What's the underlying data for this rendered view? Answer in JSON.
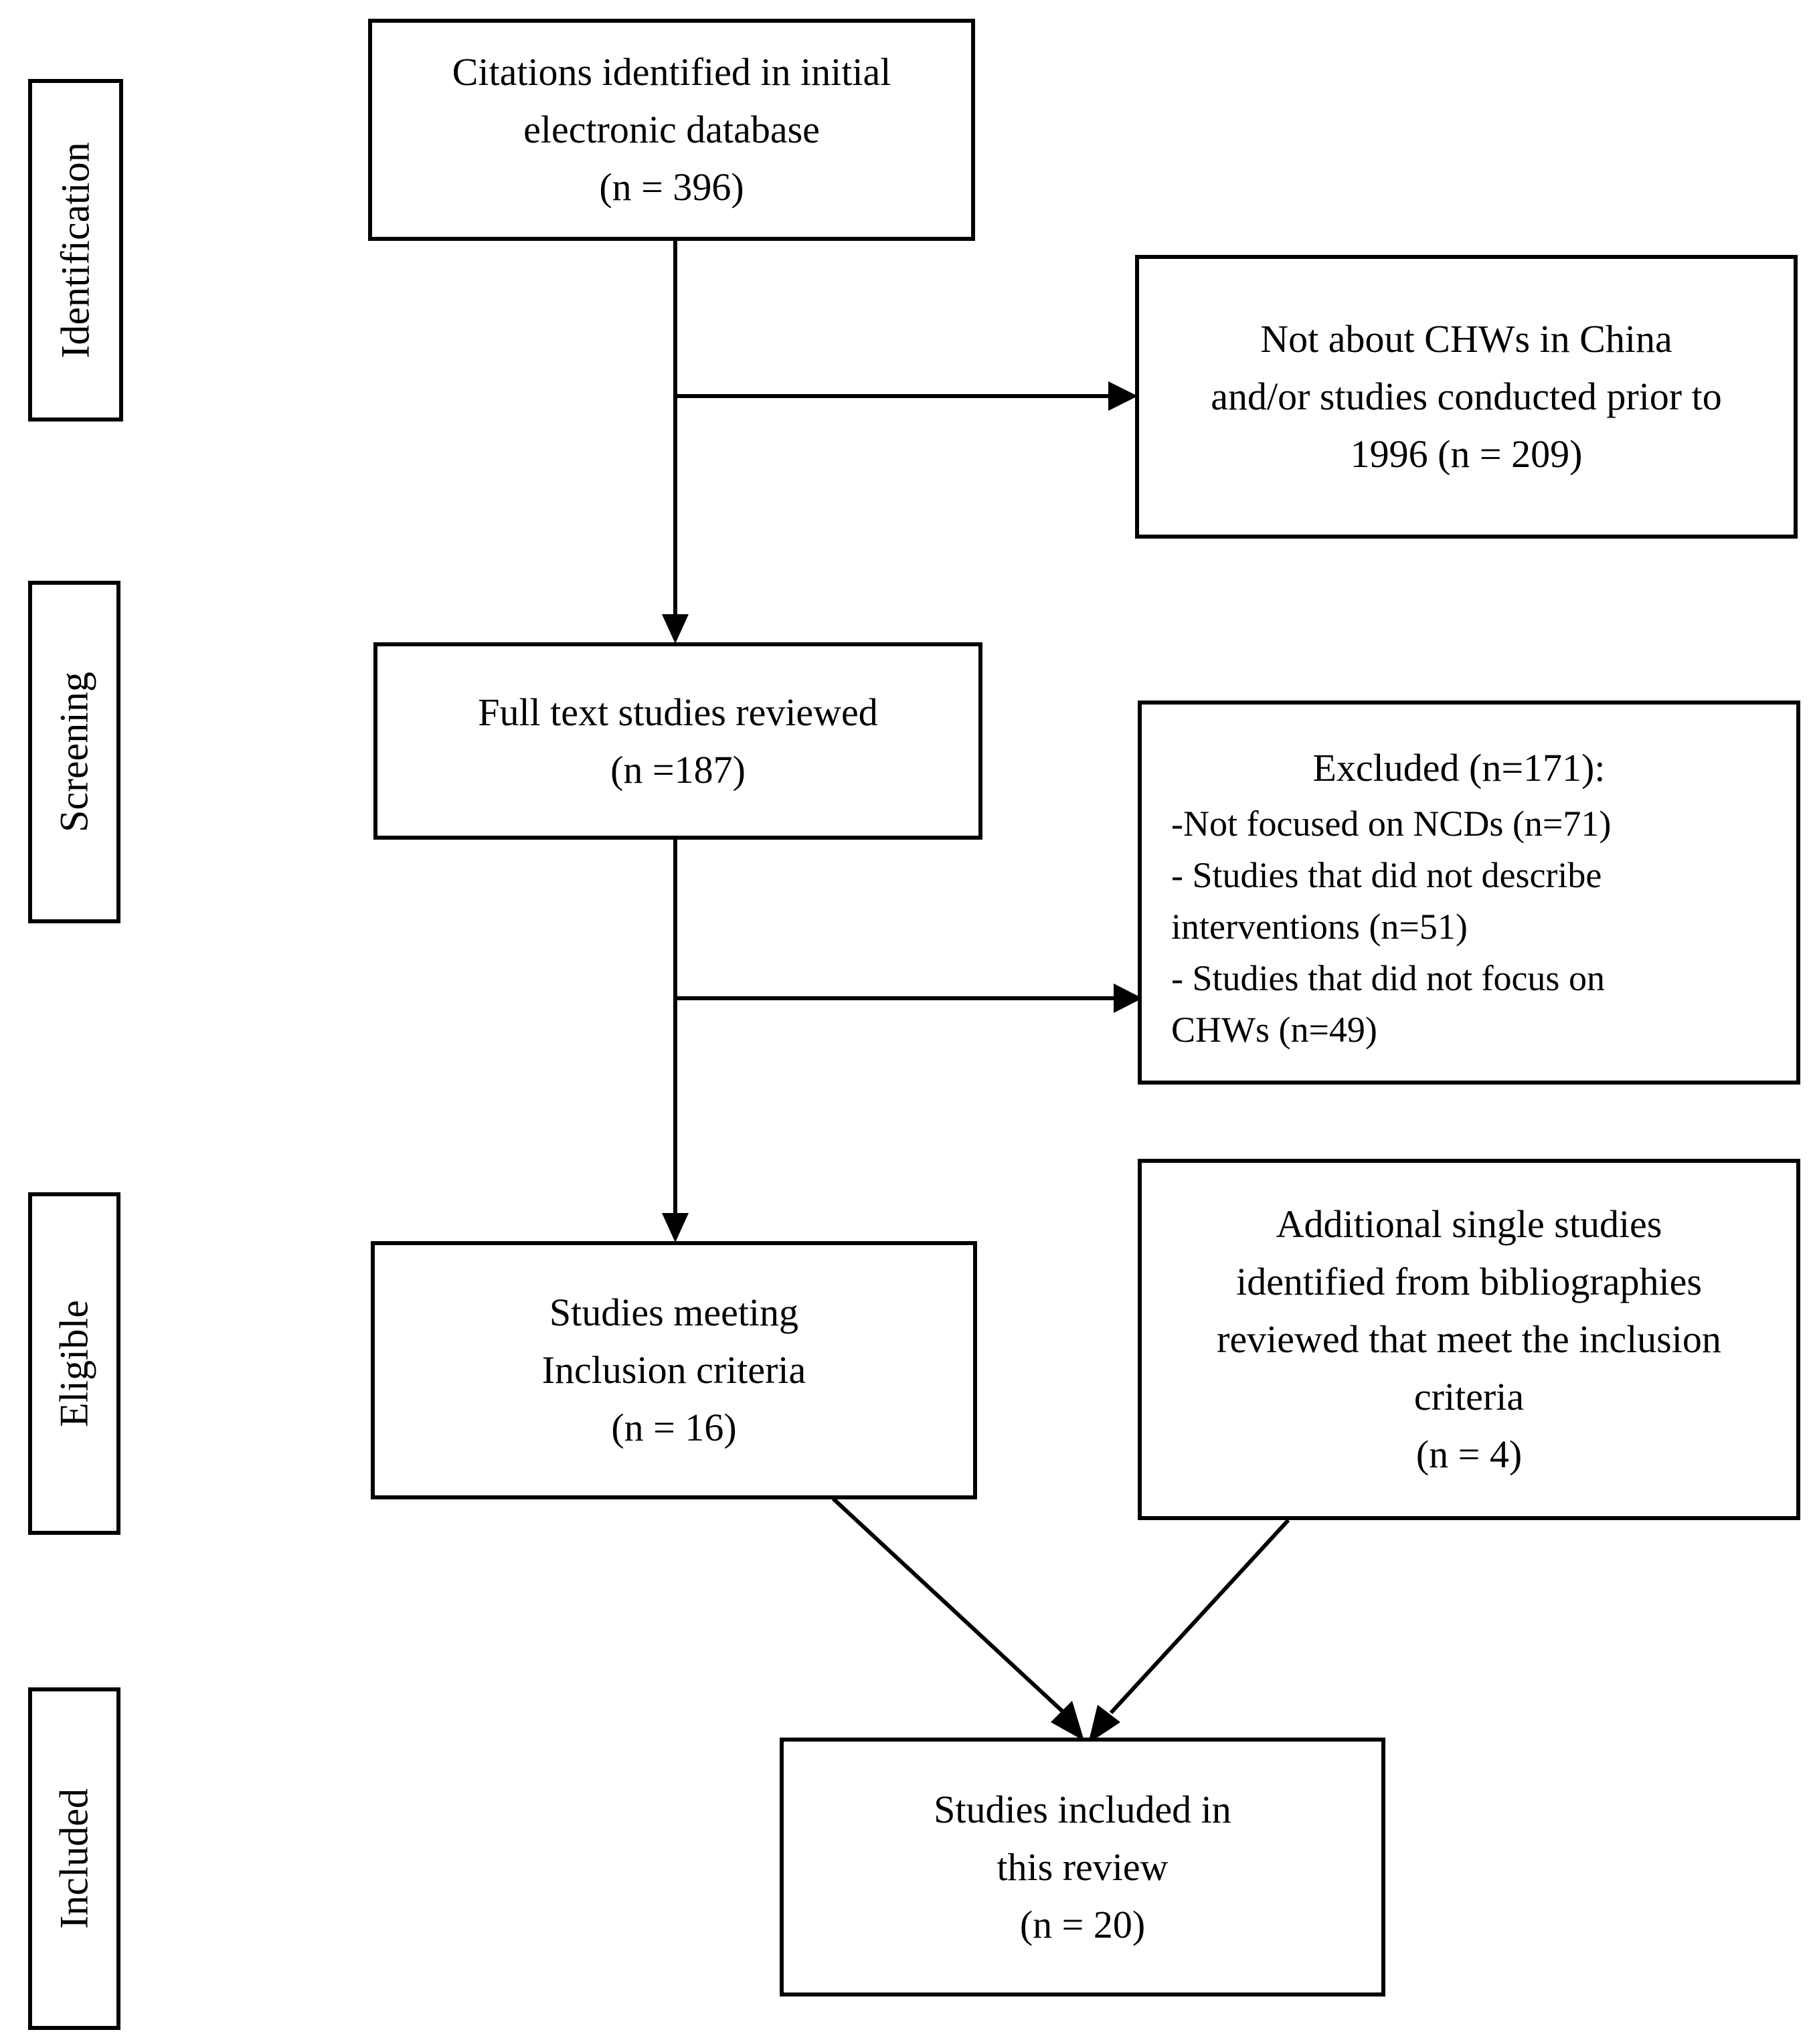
{
  "stages": {
    "identification": "Identification",
    "screening": "Screening",
    "eligible": "Eligible",
    "included": "Included"
  },
  "boxes": {
    "identified": [
      "Citations identified in initial",
      "electronic database",
      "(n = 396)"
    ],
    "not_about": [
      "Not about CHWs in China",
      "and/or studies conducted prior to",
      "1996 (n = 209)"
    ],
    "full_text": [
      "Full text studies reviewed",
      "(n =187)"
    ],
    "excluded": {
      "title": "Excluded (n=171):",
      "lines": [
        "-Not focused on NCDs (n=71)",
        "- Studies that did not describe",
        "interventions (n=51)",
        "- Studies that did not focus on",
        "CHWs (n=49)"
      ]
    },
    "meeting": [
      "Studies meeting",
      "Inclusion criteria",
      "(n = 16)"
    ],
    "additional": [
      "Additional single studies",
      "identified from bibliographies",
      "reviewed that meet the inclusion",
      "criteria",
      "(n = 4)"
    ],
    "included": [
      "Studies included in",
      "this review",
      "(n = 20)"
    ]
  }
}
